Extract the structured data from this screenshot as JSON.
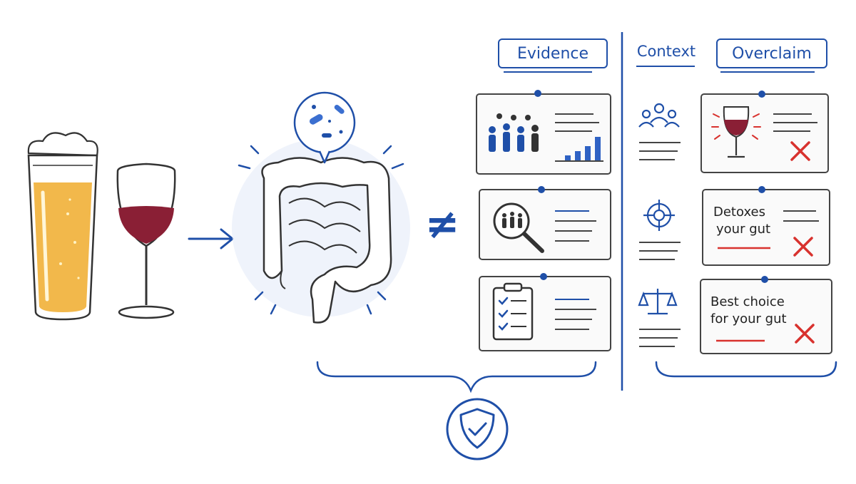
{
  "labels": {
    "evidence": "Evidence",
    "context": "Context",
    "overclaim": "Overclaim"
  },
  "overclaim_cards": [
    {
      "line1": "Detoxes",
      "line2": "your gut"
    },
    {
      "line1": "Best choice",
      "line2": "for your gut"
    }
  ],
  "symbols": {
    "not_equal": "≠"
  },
  "colors": {
    "accent": "#1f4fa8",
    "beer": "#f2b84b",
    "wine": "#8a1f35",
    "cross": "#d8322e"
  }
}
